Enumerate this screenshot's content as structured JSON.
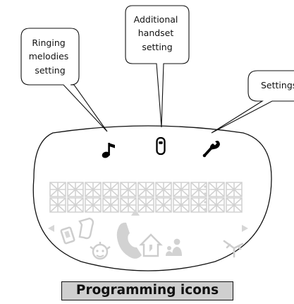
{
  "callouts": {
    "ringing": [
      "Ringing",
      "melodies",
      "setting"
    ],
    "additional": [
      "Additional",
      "handset",
      "setting"
    ],
    "settings": [
      "Settings"
    ]
  },
  "icons": {
    "active": [
      "music-note-icon",
      "handset-icon",
      "wrench-icon"
    ],
    "inactive": [
      "keylock-icon",
      "scroll-icon",
      "baby-icon",
      "phone-icon",
      "home-icon",
      "family-icon",
      "antenna-icon",
      "left-arrow-icon",
      "right-arrow-icon",
      "up-arrow-icon"
    ]
  },
  "display": {
    "segment_digit_count": 11,
    "rows": 2
  },
  "caption": "Programming icons",
  "colors": {
    "outline": "#111111",
    "inactive_icon": "#d2d2d2",
    "caption_bg": "#cfcfcf",
    "active_icon": "#000000"
  }
}
